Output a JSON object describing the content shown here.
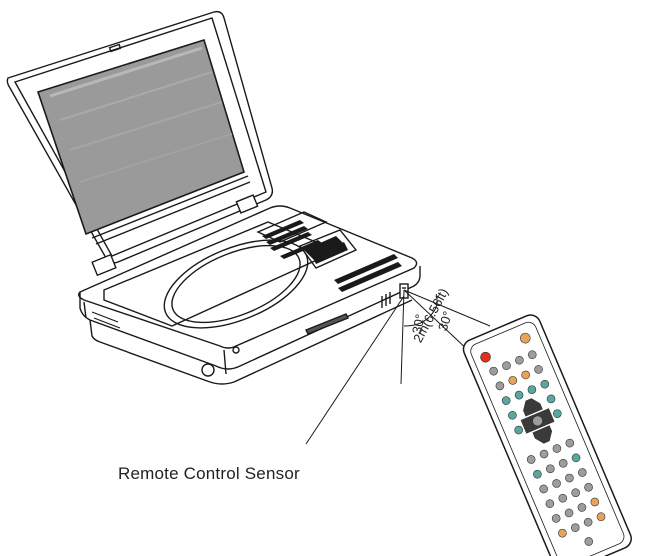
{
  "diagram": {
    "sensor_label": "Remote Control Sensor",
    "distance_label": "2m(6.56ft)",
    "angle_left_label": "30°",
    "angle_right_label": "30°"
  },
  "colors": {
    "outline": "#1a1a1a",
    "screen": "#9a9a9a",
    "remote_red": "#e0301e",
    "remote_teal": "#58a8a0",
    "remote_orange": "#e8a35a",
    "remote_gray": "#9d9d9d",
    "remote_dark": "#3a3a3a"
  }
}
